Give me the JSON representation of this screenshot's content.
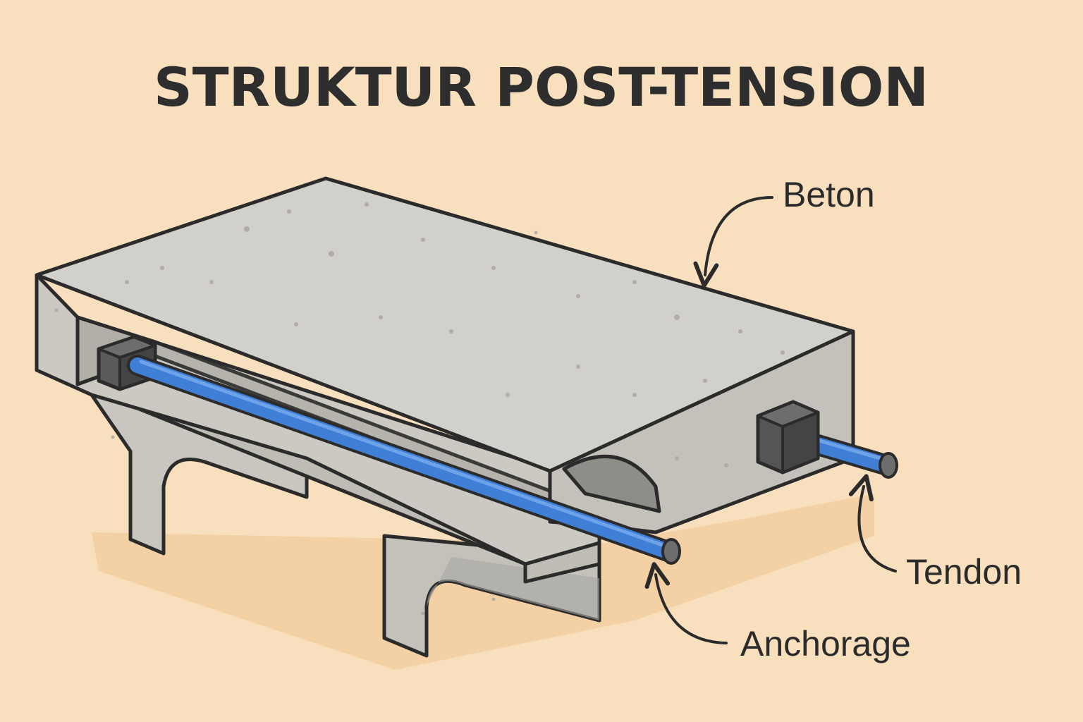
{
  "title": "STRUKTUR POST-TENSION",
  "labels": {
    "beton": "Beton",
    "tendon": "Tendon",
    "anchorage": "Anchorage"
  },
  "colors": {
    "background": "#f8dfbd",
    "concrete_top": "#d2d0ca",
    "concrete_side": "#c3c1ba",
    "concrete_dark": "#a9a7a1",
    "tendon": "#3f7fd6",
    "anchor_block": "#555555",
    "outline": "#2b2b2b"
  },
  "icons": {
    "leader_arrow": "curved-arrow"
  }
}
